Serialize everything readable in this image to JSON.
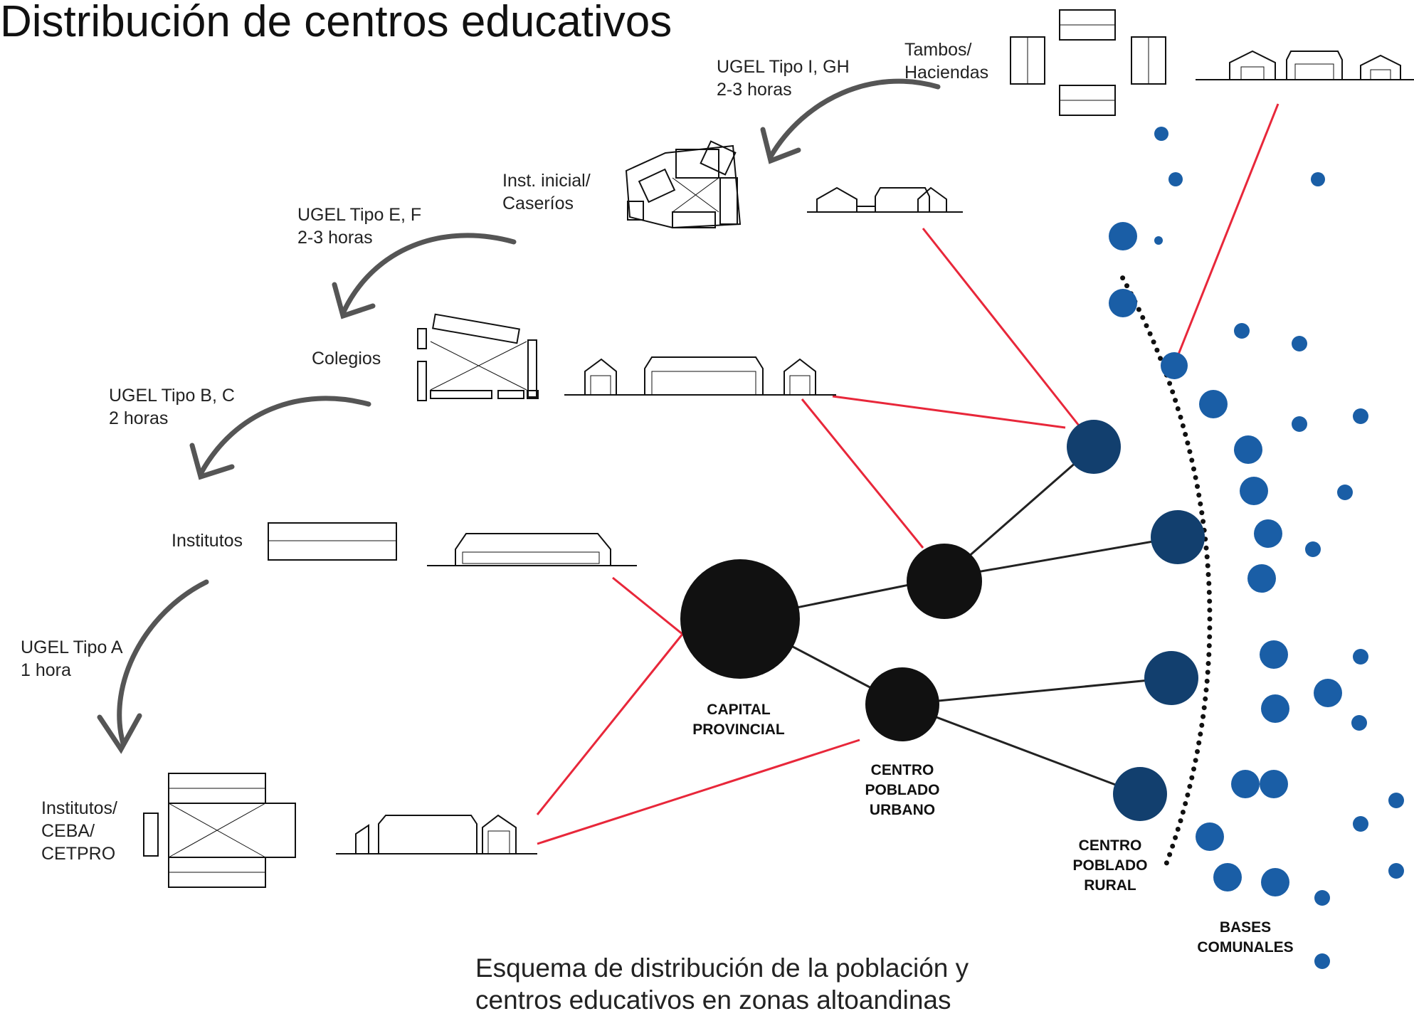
{
  "title": "Distribución de centros educativos",
  "levels": [
    {
      "facility": "Tambos/\nHaciendas",
      "ugel": "UGEL Tipo I, GH\n2-3 horas"
    },
    {
      "facility": "Inst. inicial/\nCaseríos",
      "ugel": "UGEL Tipo E, F\n2-3 horas"
    },
    {
      "facility": "Colegios",
      "ugel": "UGEL Tipo B, C\n2 horas"
    },
    {
      "facility": "Institutos",
      "ugel": "UGEL Tipo A\n1 hora"
    },
    {
      "facility": "Institutos/\nCEBA/\nCETPRO",
      "ugel": ""
    }
  ],
  "nodes": {
    "capital": "CAPITAL\nPROVINCIAL",
    "urbano": "CENTRO\nPOBLADO\nURBANO",
    "rural": "CENTRO\nPOBLADO\nRURAL",
    "bases": "BASES\nCOMUNALES"
  },
  "caption": "Esquema de distribución de la población y\ncentros educativos en zonas altoandinas",
  "colors": {
    "connector_red": "#e8273a",
    "node_black": "#111111",
    "rural_blue": "#123f6e",
    "dot_blue": "#1a5ea6",
    "arrow_gray": "#555555"
  }
}
